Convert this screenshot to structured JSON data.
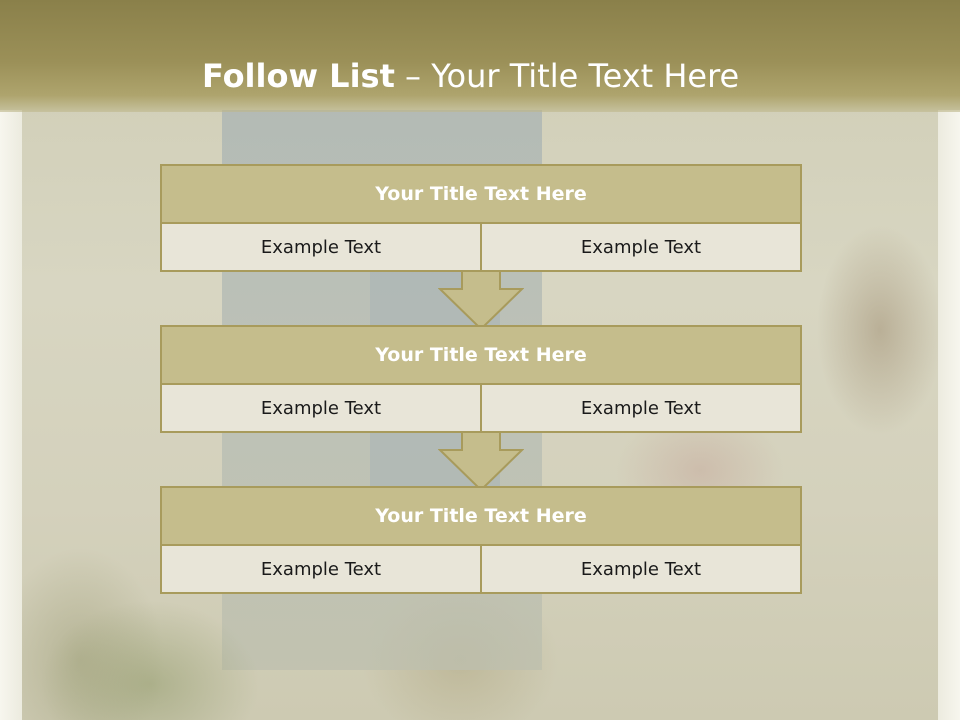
{
  "slide": {
    "title_bold": "Follow List",
    "title_rest": "– Your Title Text Here"
  },
  "blocks": [
    {
      "title": "Your Title Text Here",
      "left": "Example Text",
      "right": "Example Text"
    },
    {
      "title": "Your Title Text Here",
      "left": "Example Text",
      "right": "Example Text"
    },
    {
      "title": "Your Title Text Here",
      "left": "Example Text",
      "right": "Example Text"
    }
  ],
  "colors": {
    "header": "#9b9058",
    "block_title": "#c5bd8c",
    "block_border": "#a89b5c",
    "cell": "#e8e5d8"
  },
  "icons": [
    "down-arrow-icon",
    "down-arrow-icon"
  ]
}
